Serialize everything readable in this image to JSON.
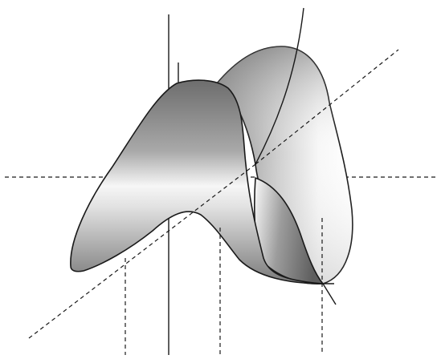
{
  "figure": {
    "description_text": "",
    "colors": {
      "line": "#1a1a1a",
      "surface_dark": "#7a7a7a",
      "surface_light": "#f4f4f4",
      "background": "#ffffff"
    },
    "layers": [
      "back-surface",
      "front-surface",
      "inner-fold",
      "horizontal-axis",
      "vertical-axis",
      "diagonal-axis",
      "guide-curve",
      "projection-lines"
    ]
  }
}
